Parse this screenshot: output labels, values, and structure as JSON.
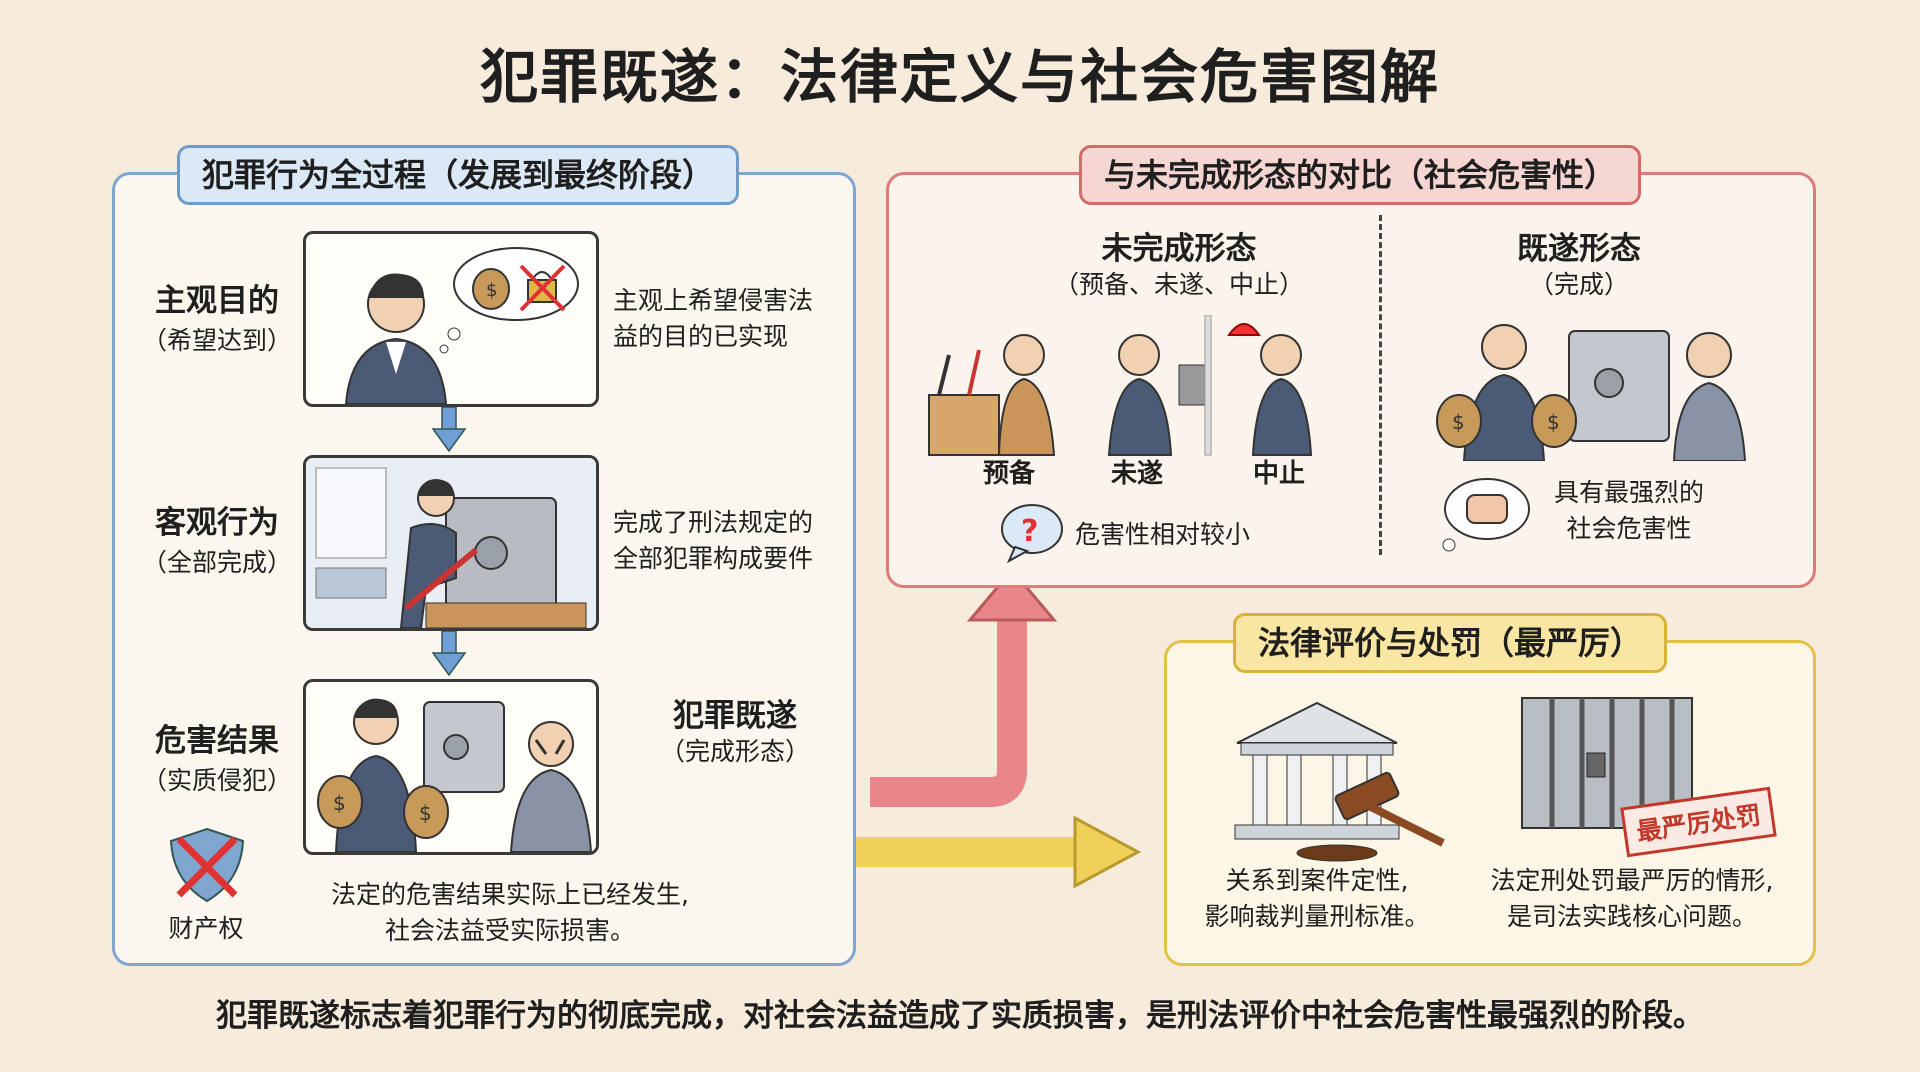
{
  "title": "犯罪既遂：法律定义与社会危害图解",
  "process_panel": {
    "heading": "犯罪行为全过程（发展到最终阶段）",
    "stages": [
      {
        "title": "主观目的",
        "sub": "（希望达到）",
        "desc_lines": [
          "主观上希望侵害法",
          "益的目的已实现"
        ]
      },
      {
        "title": "客观行为",
        "sub": "（全部完成）",
        "desc_lines": [
          "完成了刑法规定的",
          "全部犯罪构成要件"
        ]
      },
      {
        "title": "危害结果",
        "sub": "（实质侵犯）",
        "desc_lines": [
          "法定的危害结果实际上已经发生,",
          "社会法益受实际损害。"
        ]
      }
    ],
    "property_right_label": "财产权"
  },
  "flow_label": {
    "title": "犯罪既遂",
    "sub": "（完成形态）"
  },
  "compare_panel": {
    "heading": "与未完成形态的对比（社会危害性）",
    "left": {
      "title": "未完成形态",
      "sub": "（预备、未遂、中止）",
      "labels": [
        "预备",
        "未遂",
        "中止"
      ],
      "note": "危害性相对较小"
    },
    "right": {
      "title": "既遂形态",
      "sub": "（完成）",
      "note_lines": [
        "具有最强烈的",
        "社会危害性"
      ]
    }
  },
  "legal_panel": {
    "heading": "法律评价与处罚（最严厉）",
    "left_note_lines": [
      "关系到案件定性,",
      "影响裁判量刑标准。"
    ],
    "stamp": "最严厉处罚",
    "right_note_lines": [
      "法定刑处罚最严厉的情形,",
      "是司法实践核心问题。"
    ]
  },
  "footer": "犯罪既遂标志着犯罪行为的彻底完成，对社会法益造成了实质损害，是刑法评价中社会危害性最强烈的阶段。",
  "colors": {
    "blue": "#7fa6cf",
    "red": "#dc7b7b",
    "yellow": "#e4c049",
    "background": "#f7ecdc"
  }
}
